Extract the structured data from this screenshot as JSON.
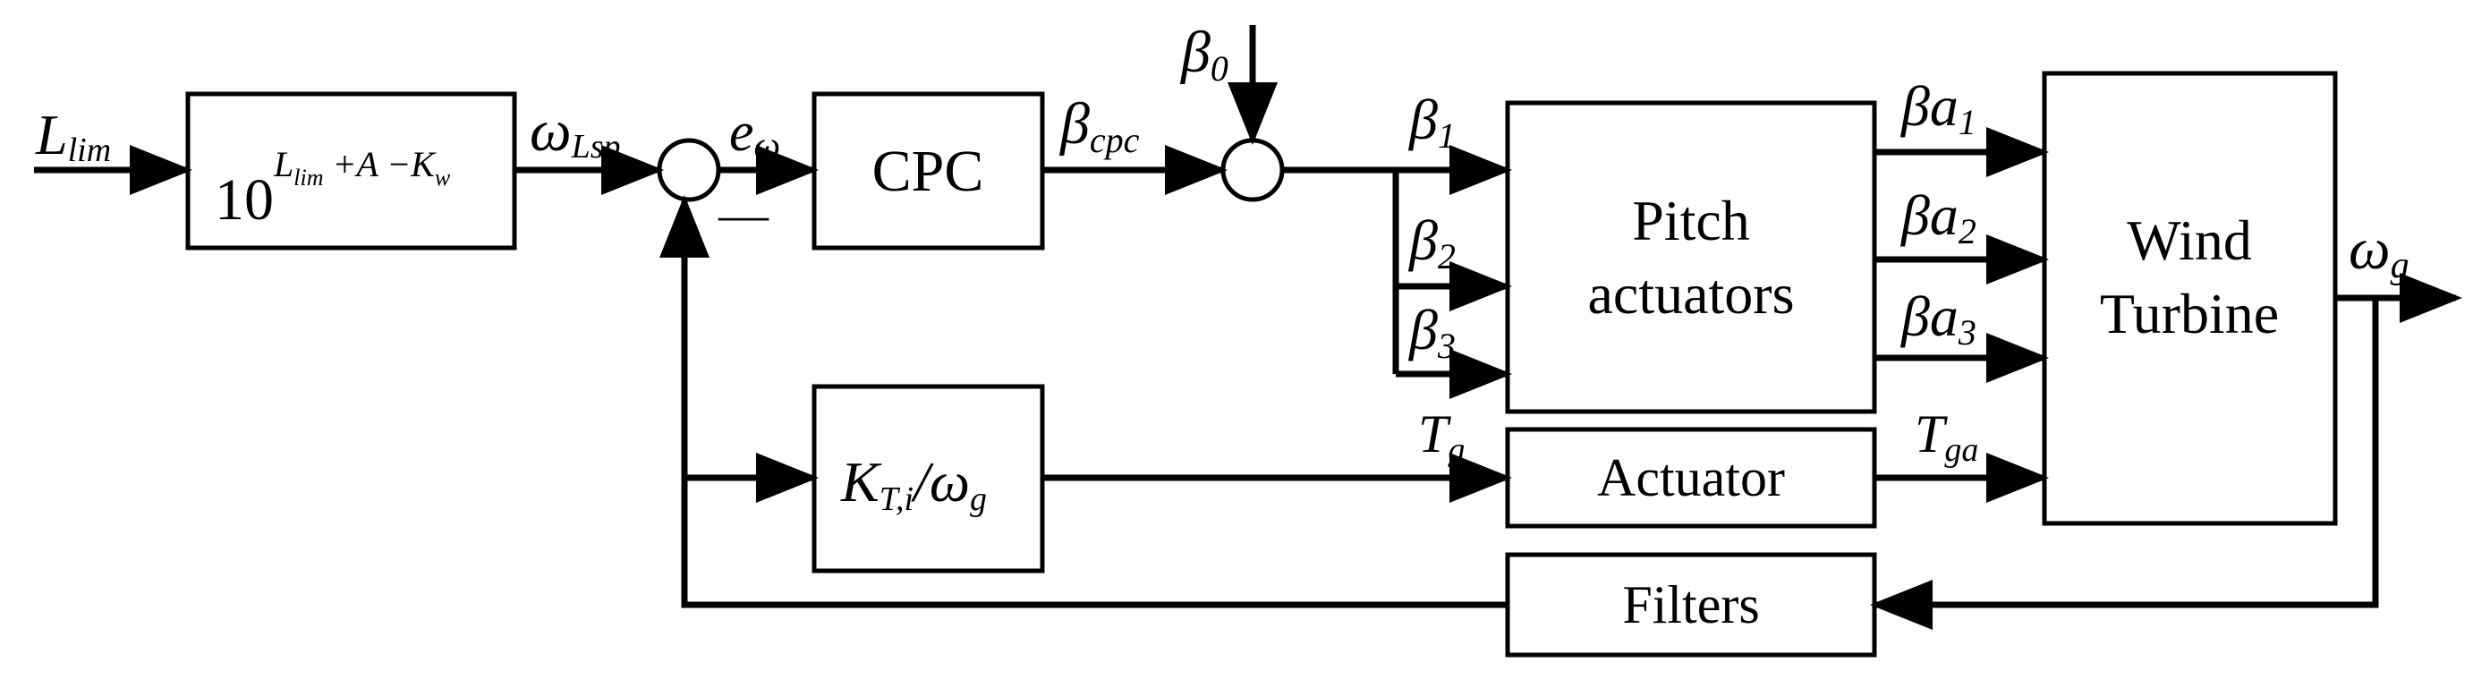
{
  "blocks": {
    "gain": {
      "base": "10",
      "exponent": "L",
      "exponent_sub": "lim",
      "exponent_rest": " +A −K",
      "exponent_rest_sub": "w"
    },
    "cpc": {
      "label": "CPC"
    },
    "pitch": {
      "line1": "Pitch",
      "line2": "actuators"
    },
    "turbine": {
      "line1": "Wind",
      "line2": "Turbine"
    },
    "kt": {
      "main": "K",
      "sub": "T,i",
      "slash": "/",
      "omega": "ω",
      "omega_sub": "g"
    },
    "actuator": {
      "label": "Actuator"
    },
    "filters": {
      "label": "Filters"
    }
  },
  "signals": {
    "llim": {
      "main": "L",
      "sub": "lim"
    },
    "omega_lsp": {
      "main": "ω",
      "sub": "Lsp"
    },
    "e_omega": {
      "main": "e",
      "sub": "ω"
    },
    "minus": "—",
    "beta_cpc": {
      "main": "β",
      "sub": "cpc"
    },
    "beta0": {
      "main": "β",
      "sub": "0"
    },
    "beta1": {
      "main": "β",
      "sub": "1"
    },
    "beta2": {
      "main": "β",
      "sub": "2"
    },
    "beta3": {
      "main": "β",
      "sub": "3"
    },
    "beta_a1": {
      "main": "βa",
      "sub": "1"
    },
    "beta_a2": {
      "main": "βa",
      "sub": "2"
    },
    "beta_a3": {
      "main": "βa",
      "sub": "3"
    },
    "tg": {
      "main": "T",
      "sub": "g"
    },
    "tga": {
      "main": "T",
      "sub": "ga"
    },
    "omega_g": {
      "main": "ω",
      "sub": "g"
    }
  }
}
